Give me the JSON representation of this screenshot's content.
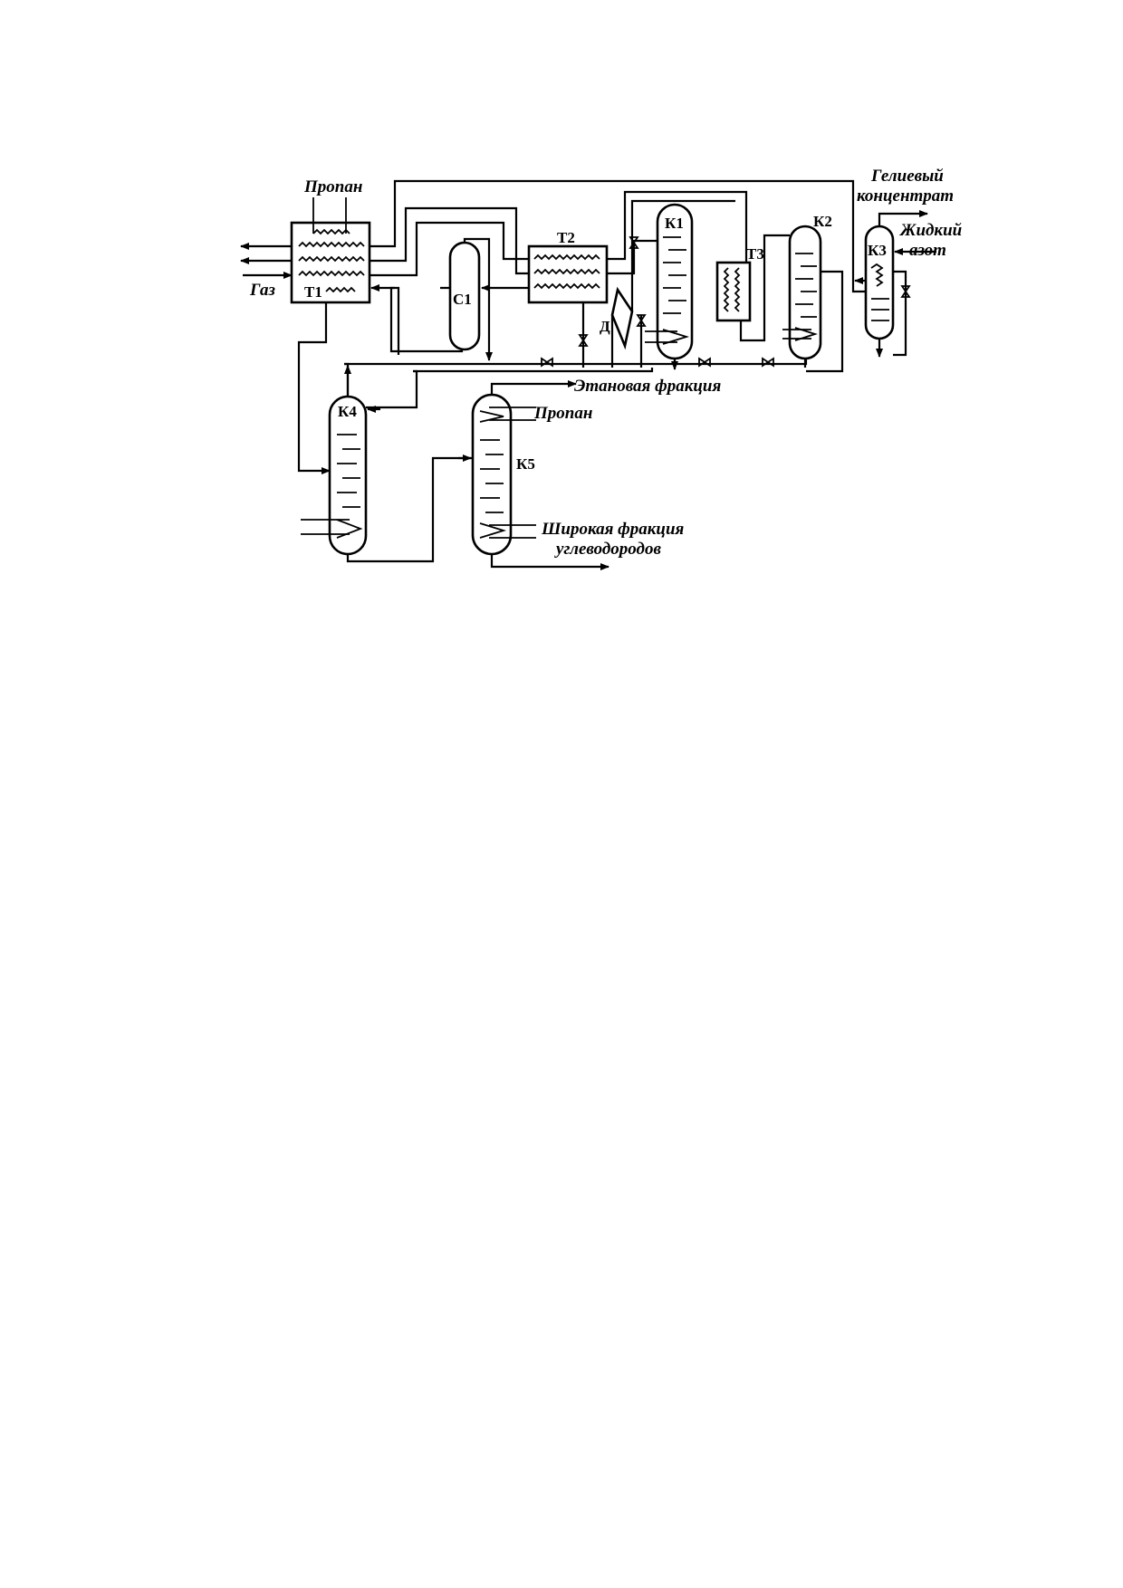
{
  "diagram": {
    "labels": {
      "propan_top": "Пропан",
      "gaz": "Газ",
      "heliy_1": "Гелиевый",
      "heliy_2": "концентрат",
      "azot_1": "Жидкий",
      "azot_2": "азот",
      "etan": "Этановая фракция",
      "propan_k5": "Пропан",
      "shirokaya_1": "Широкая фракция",
      "shirokaya_2": "углеводородов"
    },
    "equipment": {
      "t1": "Т1",
      "t2": "Т2",
      "t3": "Т3",
      "c1": "С1",
      "k1": "К1",
      "k2": "К2",
      "k3": "К3",
      "k4": "К4",
      "k5": "К5",
      "d": "Д"
    }
  }
}
